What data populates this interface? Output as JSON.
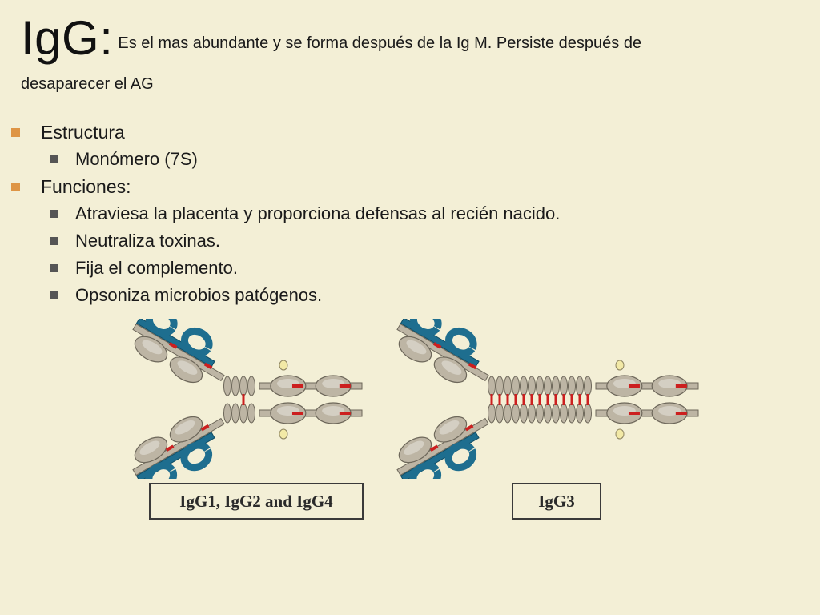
{
  "title": {
    "heading": "IgG:",
    "text_line1": "Es el mas abundante y se forma después de la Ig M. Persiste después de",
    "text_line2": "desaparecer el AG"
  },
  "bullets": [
    {
      "label": "Estructura",
      "children": [
        "Monómero (7S)"
      ]
    },
    {
      "label": "Funciones:",
      "children": [
        "Atraviesa la placenta y proporciona defensas al recién nacido.",
        "Neutraliza toxinas.",
        "Fija el complemento.",
        "Opsoniza microbios patógenos."
      ]
    }
  ],
  "diagram": {
    "labels": [
      "IgG1, IgG2 and IgG4",
      "IgG3"
    ]
  },
  "colors": {
    "background": "#f3efd6",
    "level1_bullet": "#de9545",
    "level2_bullet": "#555555",
    "light_chain": "#1e6e8f",
    "heavy_domain": "#bdb5a4",
    "disulfide_bond": "#cc1f1f",
    "carbohydrate": "#f2e9a6"
  }
}
